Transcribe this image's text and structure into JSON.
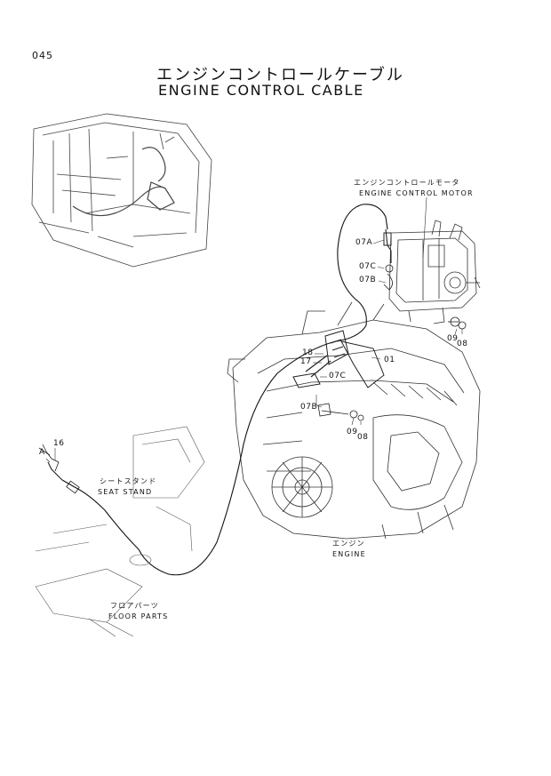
{
  "page_number": "045",
  "title_jp": "エンジンコントロールケーブル",
  "title_en": "ENGINE CONTROL CABLE",
  "callouts": {
    "motor_jp": "エンジンコントロールモータ",
    "motor_en": "ENGINE CONTROL MOTOR",
    "seat_jp": "シートスタンド",
    "seat_en": "SEAT STAND",
    "engine_jp": "エンジン",
    "engine_en": "ENGINE",
    "floor_jp": "フロアパーツ",
    "floor_en": "FLOOR PARTS"
  },
  "part_numbers": {
    "p07a": "07A",
    "p07c_top": "07C",
    "p07b_top": "07B",
    "p09_top": "09",
    "p08_top": "08",
    "p18": "18",
    "p17": "17",
    "p01": "01",
    "p07c_mid": "07C",
    "p07b_mid": "07B",
    "p09_mid": "09",
    "p08_mid": "08",
    "p16": "16",
    "pA": "A"
  }
}
